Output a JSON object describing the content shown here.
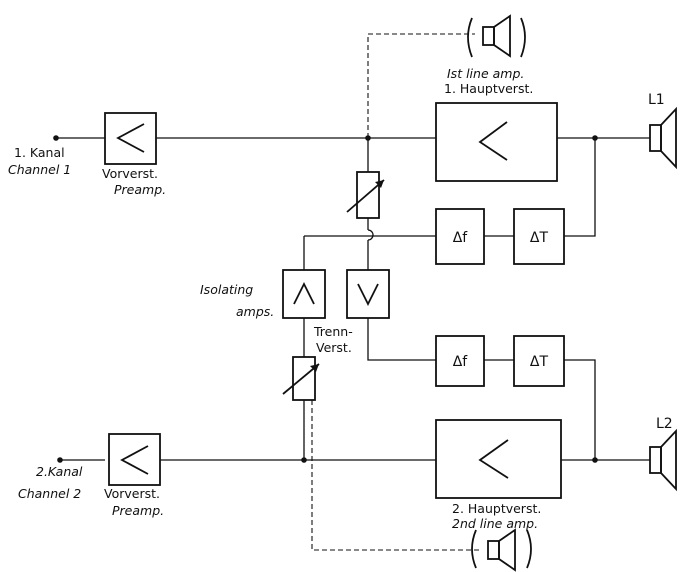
{
  "channel1": {
    "input_label": "1. Kanal",
    "input_label_en": "Channel 1",
    "preamp_label_de": "Vorverst.",
    "preamp_label_en": "Preamp."
  },
  "channel2": {
    "input_label": "2.Kanal",
    "input_label_en": "Channel 2",
    "preamp_label_de": "Vorverst.",
    "preamp_label_en": "Preamp."
  },
  "line_amp_1": {
    "label_en": "Ist line amp.",
    "label_de": "1. Hauptverst."
  },
  "line_amp_2": {
    "label_de": "2. Hauptverst.",
    "label_en": "2nd line amp."
  },
  "isolating": {
    "label_en_1": "Isolating",
    "label_en_2": "amps.",
    "label_de_1": "Trenn-",
    "label_de_2": "Verst."
  },
  "speakers": {
    "l1": "L1",
    "l2": "L2"
  },
  "filters": {
    "delta_f": "Δf",
    "delta_t": "ΔT"
  }
}
